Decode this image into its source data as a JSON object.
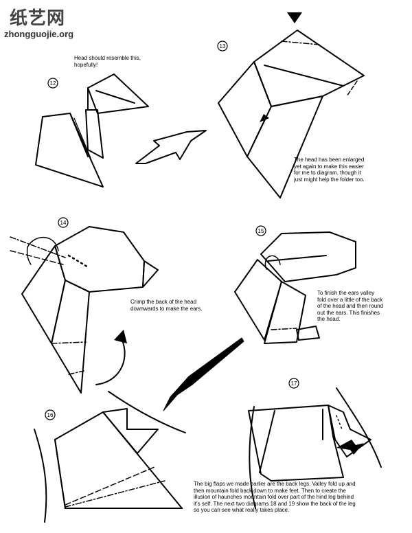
{
  "watermark": {
    "chinese": "纸艺网",
    "url": "zhongguojie.org"
  },
  "steps": [
    {
      "number": "12",
      "caption": "Head should resemble this,\nhopefully!"
    },
    {
      "number": "13",
      "caption": "The head has been enlarged\nyet again to make this easier\nfor me to diagram, though it\njust might help the folder too."
    },
    {
      "number": "14",
      "caption": "Crimp the back of the head\ndownwards to make the ears."
    },
    {
      "number": "15",
      "caption": "To finish the ears valley\nfold over a little of the back\nof the head and then round\nout the ears.  This finishes\nthe head."
    },
    {
      "number": "16",
      "caption": ""
    },
    {
      "number": "17",
      "caption": "The big flaps we made earlier are the back legs.  Valley fold up and\nthen mountain fold back down to make feet.  Then to create the\nillusion of haunches mountain fold over part of the hind leg behind\nit's self.  The next two diagrams 18 and 19 show the back of the leg\nso you can see what really takes place."
    }
  ],
  "colors": {
    "line": "#000000",
    "paper": "#ffffff",
    "watermark": "#444444"
  }
}
